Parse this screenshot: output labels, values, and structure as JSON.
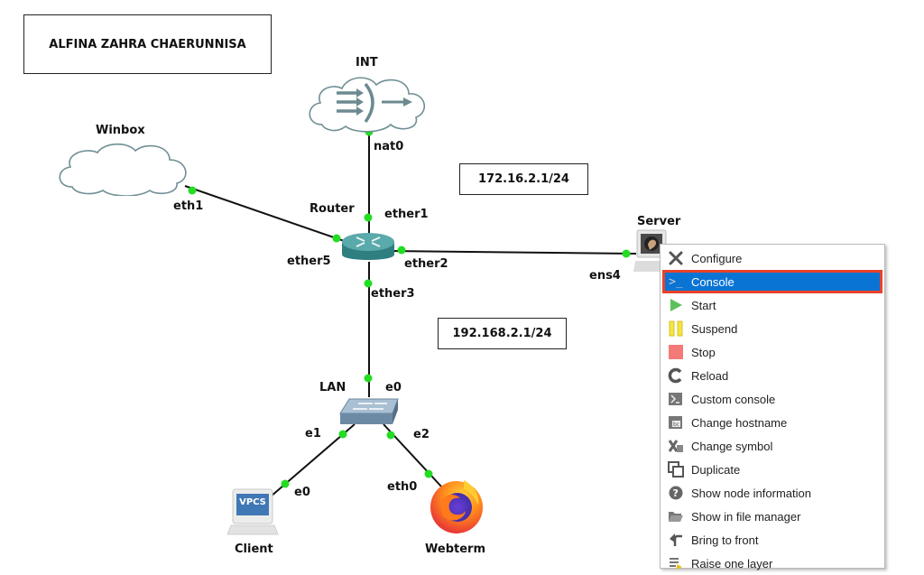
{
  "title_note": "ALFINA ZAHRA CHAERUNNISA",
  "notes": {
    "wan_ip": "172.16.2.1/24",
    "lan_ip": "192.168.2.1/24"
  },
  "nodes": {
    "int": {
      "name": "INT",
      "type": "nat-cloud",
      "ports": {
        "nat0": "nat0"
      }
    },
    "winbox": {
      "name": "Winbox",
      "type": "cloud",
      "ports": {
        "eth1": "eth1"
      }
    },
    "router": {
      "name": "Router",
      "type": "router",
      "ports": {
        "ether1": "ether1",
        "ether2": "ether2",
        "ether3": "ether3",
        "ether5": "ether5"
      }
    },
    "server": {
      "name": "Server",
      "type": "qemu-vm",
      "ports": {
        "ens4": "ens4"
      }
    },
    "lan": {
      "name": "LAN",
      "type": "ethernet-switch",
      "ports": {
        "e0": "e0",
        "e1": "e1",
        "e2": "e2"
      }
    },
    "client": {
      "name": "Client",
      "type": "vpcs",
      "badge": "VPCS",
      "ports": {
        "e0": "e0"
      }
    },
    "webterm": {
      "name": "Webterm",
      "type": "webterm",
      "ports": {
        "eth0": "eth0"
      }
    }
  },
  "colors": {
    "link_up": "#22dd22",
    "menu_selected_bg": "#0a74d4",
    "menu_selected_border": "#e8422a"
  },
  "context_menu": {
    "items": [
      {
        "label": "Configure",
        "icon": "wrench-screwdriver-icon"
      },
      {
        "label": "Console",
        "icon": "terminal-prompt-icon",
        "selected": true
      },
      {
        "label": "Start",
        "icon": "play-icon"
      },
      {
        "label": "Suspend",
        "icon": "pause-icon"
      },
      {
        "label": "Stop",
        "icon": "stop-icon"
      },
      {
        "label": "Reload",
        "icon": "reload-icon"
      },
      {
        "label": "Custom console",
        "icon": "custom-console-icon"
      },
      {
        "label": "Change hostname",
        "icon": "change-hostname-icon"
      },
      {
        "label": "Change symbol",
        "icon": "change-symbol-icon"
      },
      {
        "label": "Duplicate",
        "icon": "duplicate-icon"
      },
      {
        "label": "Show node information",
        "icon": "help-circle-icon"
      },
      {
        "label": "Show in file manager",
        "icon": "folder-open-icon"
      },
      {
        "label": "Bring to front",
        "icon": "bring-front-icon"
      },
      {
        "label": "Raise one layer",
        "icon": "raise-layer-icon"
      }
    ]
  }
}
